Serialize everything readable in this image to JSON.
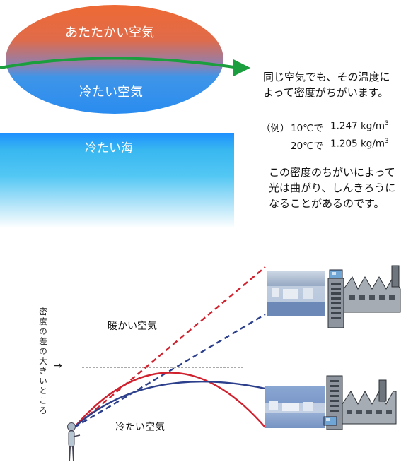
{
  "top_diagram": {
    "warm_air_label": "あたたかい空気",
    "cold_air_label": "冷たい空気",
    "cold_sea_label": "冷たい海"
  },
  "explanation": {
    "line1": "同じ空気でも、その温度に",
    "line2": "よって密度がちがいます。",
    "example_prefix": "（例）",
    "example1_temp": "10℃で",
    "example1_value": "1.247 kg/m",
    "example2_temp": "20℃で",
    "example2_value": "1.205 kg/m",
    "unit_exponent": "3",
    "conclusion1": "この密度のちがいによって",
    "conclusion2": "光は曲がり、しんきろうに",
    "conclusion3": "なることがあるのです。"
  },
  "bottom_diagram": {
    "vertical_note": [
      "密",
      "度",
      "の",
      "差",
      "の",
      "大",
      "き",
      "い",
      "と",
      "こ",
      "ろ"
    ],
    "arrow_symbol": "→",
    "warm_air_label": "暖かい空気",
    "cold_air_label": "冷たい空気"
  },
  "colors": {
    "warm": "#e5643a",
    "cold": "#2f8df0",
    "ray_green": "#1a9e3e",
    "ray_red": "#d0212e",
    "ray_blue": "#2c3f8c"
  }
}
